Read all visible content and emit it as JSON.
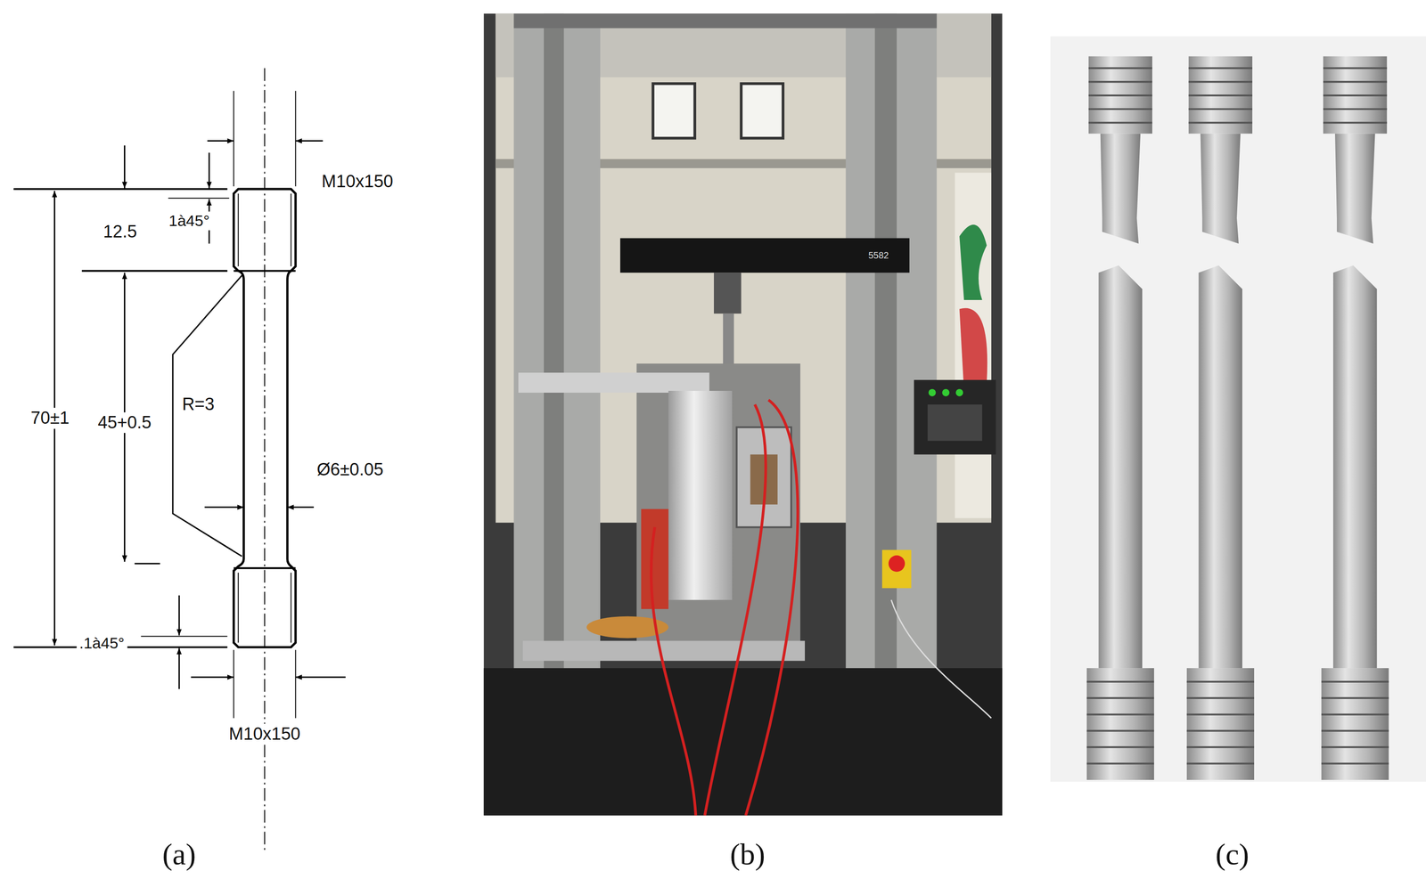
{
  "diagram": {
    "labels": [
      "M10x150",
      "12.5",
      "1à45°",
      "70±1",
      "45+0.5",
      "R=3",
      "Ø6±0.05",
      ".1à45°",
      "M10x150",
      "5582",
      "(a)",
      "(b)",
      "(c)"
    ]
  }
}
